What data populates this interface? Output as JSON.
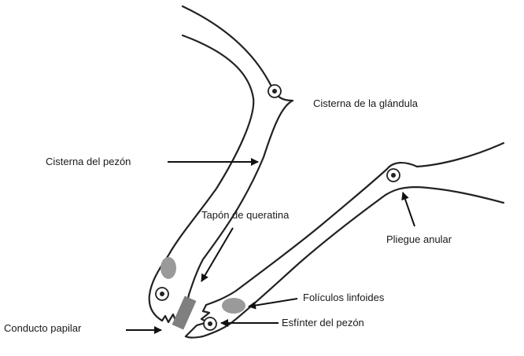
{
  "diagram": {
    "labels": {
      "gland_cistern": "Cisterna de la glándula",
      "teat_cistern": "Cisterna del pezón",
      "keratin_plug": "Tapón de queratina",
      "annular_fold": "Pliegue anular",
      "lymphoid_follicles": "Folículos linfoides",
      "teat_sphincter": "Esfínter del pezón",
      "papillary_duct": "Conducto papilar"
    },
    "colors": {
      "outline": "#222222",
      "follicle_fill": "#9a9a9a",
      "plug_fill": "#7f7f7f",
      "background": "#ffffff"
    }
  }
}
